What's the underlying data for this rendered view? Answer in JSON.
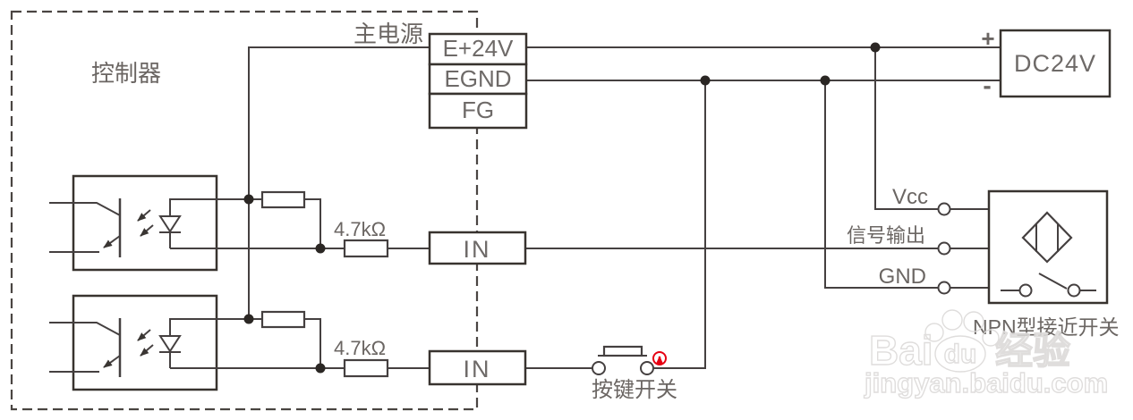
{
  "diagram": {
    "controller": "控制器",
    "main_power": "主电源",
    "terminals": [
      "E+24V",
      "EGND",
      "FG"
    ],
    "channels": [
      {
        "resistor": "4.7kΩ",
        "input": "IN"
      },
      {
        "resistor": "4.7kΩ",
        "input": "IN"
      }
    ],
    "dc_supply": {
      "label": "DC24V",
      "plus": "+",
      "minus": "-"
    },
    "sensor": {
      "pins": [
        "Vcc",
        "信号输出",
        "GND"
      ],
      "label": "NPN型接近开关"
    },
    "button": {
      "label": "按键开关"
    }
  },
  "watermark": {
    "brand_latin": "Bai",
    "brand_paw": "du",
    "brand_cjk": "经验",
    "url": "jingyan.baidu.com"
  },
  "colors": {
    "line": "#454040",
    "label_gray": "#6b6663",
    "accent_red": "#e60012",
    "watermark_gray": "#dcdad9"
  }
}
